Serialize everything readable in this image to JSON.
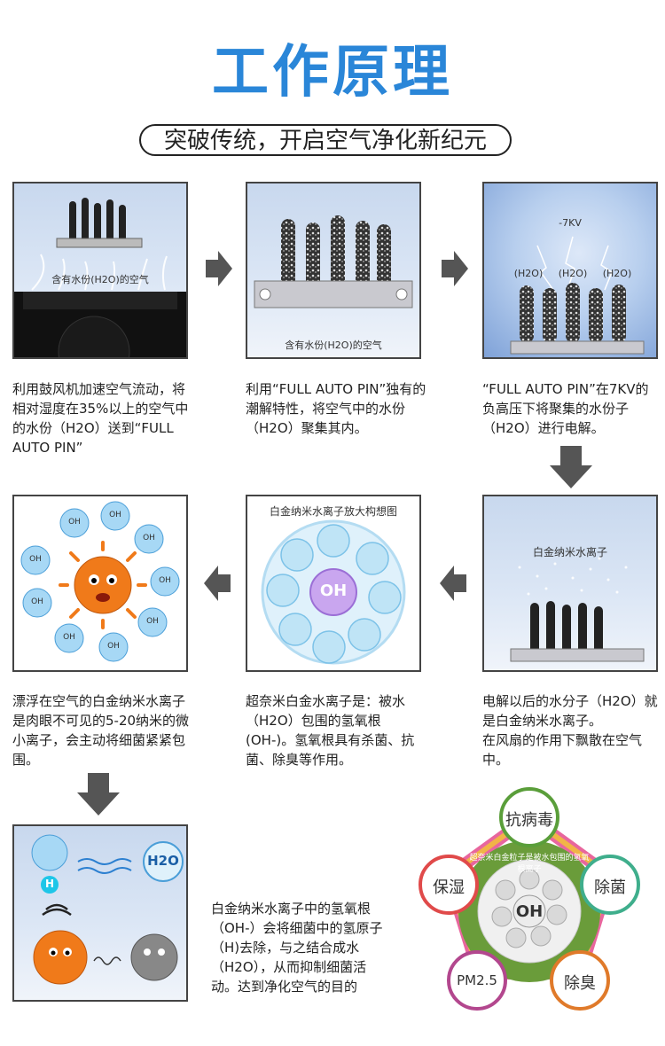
{
  "header": {
    "title": "工作原理",
    "subtitle": "突破传统，开启空气净化新纪元"
  },
  "step1": {
    "label": "含有水份(H2O)的空气",
    "text": "利用鼓风机加速空气流动，将相对湿度在35%以上的空气中的水份（H2O）送到“FULL AUTO PIN”"
  },
  "step2": {
    "label": "含有水份(H2O)的空气",
    "text": "利用“FULL AUTO PIN”独有的潮解特性，将空气中的水份（H2O）聚集其内。"
  },
  "step3": {
    "voltage": "-7KV",
    "h2o_labels": [
      "(H2O)",
      "(H2O)",
      "(H2O)"
    ],
    "text": "“FULL AUTO PIN”在7KV的负高压下将聚集的水份子（H2O）进行电解。"
  },
  "step4": {
    "label": "白金纳米水离子",
    "text_lines": [
      "电解以后的水分子（H2O）就是白金纳米水离子。",
      "在风扇的作用下飘散在空气中。"
    ]
  },
  "step5": {
    "label": "白金纳米水离子放大构想图",
    "center": "OH",
    "text": "超奈米白金水离子是：被水（H2O）包围的氢氧根(OH-)。氢氧根具有杀菌、抗菌、除臭等作用。"
  },
  "step6": {
    "ion_label": "OH",
    "text": "漂浮在空气的白金纳米水离子是肉眼不可见的5-20纳米的微小离子，会主动将细菌紧紧包围。"
  },
  "step7": {
    "h2o_label": "H2O",
    "h_label": "H",
    "text": "白金纳米水离子中的氢氧根（OH-）会将细菌中的氢原子（H)去除，与之结合成水（H2O），从而抑制细菌活动。达到净化空气的目的"
  },
  "benefits": {
    "center": "OH",
    "ring_text": "超奈米白金粒子是被水包围的氢氧根离子",
    "items": [
      "抗病毒",
      "除菌",
      "除臭",
      "PM2.5",
      "保湿"
    ]
  },
  "colors": {
    "title_blue": "#2a86d8",
    "arrow_gray": "#555555",
    "bacteria_orange": "#f07a1a"
  }
}
